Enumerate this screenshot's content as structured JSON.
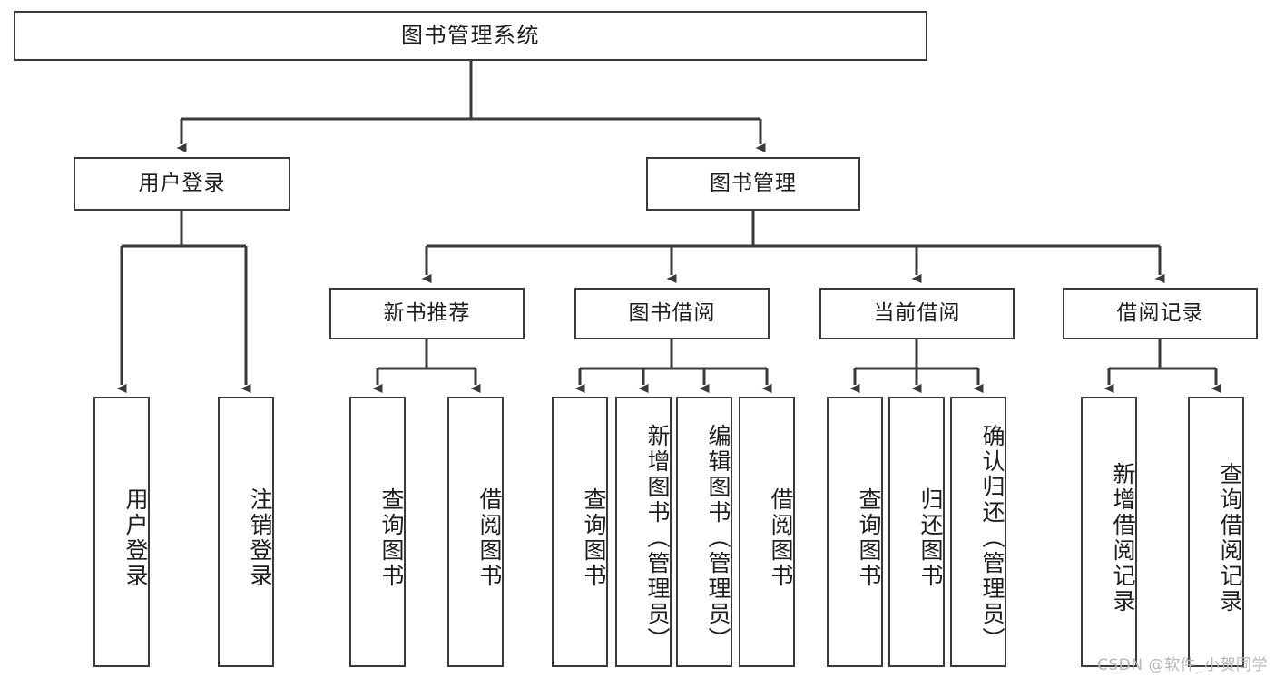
{
  "diagram": {
    "title": "图书管理系统",
    "type": "function-structure-tree",
    "watermark": "CSDN @软件_小贺同学",
    "line_color": "#3a3a3a",
    "box_fill": "#ffffff",
    "text_color": "#1d1d1d",
    "levels": [
      {
        "level": 1,
        "nodes": [
          {
            "id": "root",
            "label": "图书管理系统",
            "orientation": "horizontal"
          }
        ]
      },
      {
        "level": 2,
        "nodes": [
          {
            "id": "login",
            "label": "用户登录",
            "orientation": "horizontal",
            "parent": "root"
          },
          {
            "id": "bookmgmt",
            "label": "图书管理",
            "orientation": "horizontal",
            "parent": "root"
          }
        ]
      },
      {
        "level": 3,
        "nodes": [
          {
            "id": "newbook",
            "label": "新书推荐",
            "orientation": "horizontal",
            "parent": "bookmgmt"
          },
          {
            "id": "borrow",
            "label": "图书借阅",
            "orientation": "horizontal",
            "parent": "bookmgmt"
          },
          {
            "id": "current",
            "label": "当前借阅",
            "orientation": "horizontal",
            "parent": "bookmgmt"
          },
          {
            "id": "records",
            "label": "借阅记录",
            "orientation": "horizontal",
            "parent": "bookmgmt"
          }
        ]
      },
      {
        "level": 4,
        "nodes": [
          {
            "id": "leaf1",
            "label": "用户登录",
            "orientation": "vertical",
            "parent": "login"
          },
          {
            "id": "leaf2",
            "label": "注销登录",
            "orientation": "vertical",
            "parent": "login"
          },
          {
            "id": "leaf3",
            "label": "查询图书",
            "orientation": "vertical",
            "parent": "newbook"
          },
          {
            "id": "leaf4",
            "label": "借阅图书",
            "orientation": "vertical",
            "parent": "newbook"
          },
          {
            "id": "leaf5",
            "label": "查询图书",
            "orientation": "vertical",
            "parent": "borrow"
          },
          {
            "id": "leaf6",
            "label": "新增图书（管理员）",
            "orientation": "vertical",
            "parent": "borrow"
          },
          {
            "id": "leaf7",
            "label": "编辑图书（管理员）",
            "orientation": "vertical",
            "parent": "borrow"
          },
          {
            "id": "leaf8",
            "label": "借阅图书",
            "orientation": "vertical",
            "parent": "borrow"
          },
          {
            "id": "leaf9",
            "label": "查询图书",
            "orientation": "vertical",
            "parent": "current"
          },
          {
            "id": "leaf10",
            "label": "归还图书",
            "orientation": "vertical",
            "parent": "current"
          },
          {
            "id": "leaf11",
            "label": "确认归还（管理员）",
            "orientation": "vertical",
            "parent": "current"
          },
          {
            "id": "leaf12",
            "label": "新增借阅记录",
            "orientation": "vertical",
            "parent": "records"
          },
          {
            "id": "leaf13",
            "label": "查询借阅记录",
            "orientation": "vertical",
            "parent": "records"
          }
        ]
      }
    ]
  }
}
